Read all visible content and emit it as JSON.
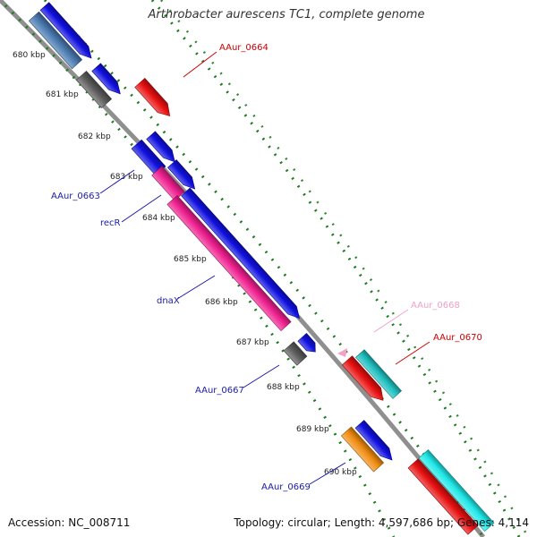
{
  "title": "Arthrobacter aurescens TC1, complete genome",
  "footer": {
    "accession": "Accession: NC_008711",
    "summary": "Topology: circular; Length: 4,597,686 bp; Genes: 4,114"
  },
  "ticks": [
    "680 kbp",
    "681 kbp",
    "682 kbp",
    "683 kbp",
    "684 kbp",
    "685 kbp",
    "686 kbp",
    "687 kbp",
    "688 kbp",
    "689 kbp",
    "690 kbp"
  ],
  "colors": {
    "backbone": "#8f8f8f",
    "tick": "#1f7a1f",
    "blue": "#1010e0",
    "steelblue": "#4a7ab0",
    "gray": "#5a5a5a",
    "magenta": "#ef1f8f",
    "red": "#e81010",
    "teal": "#1fbfbf",
    "cyan": "#20e8e8",
    "orange": "#f08c10",
    "pink": "#f5a0c8",
    "label_blue": "#1a1aaa",
    "label_red": "#cc0000",
    "label_pink": "#f0a0c8"
  },
  "labels": [
    {
      "id": "AAur_0664",
      "color": "label_red"
    },
    {
      "id": "AAur_0663",
      "color": "label_blue"
    },
    {
      "id": "recR",
      "color": "label_blue"
    },
    {
      "id": "dnaX",
      "color": "label_blue"
    },
    {
      "id": "AAur_0667",
      "color": "label_blue"
    },
    {
      "id": "AAur_0668",
      "color": "label_pink"
    },
    {
      "id": "AAur_0670",
      "color": "label_red"
    },
    {
      "id": "AAur_0669",
      "color": "label_blue"
    }
  ]
}
